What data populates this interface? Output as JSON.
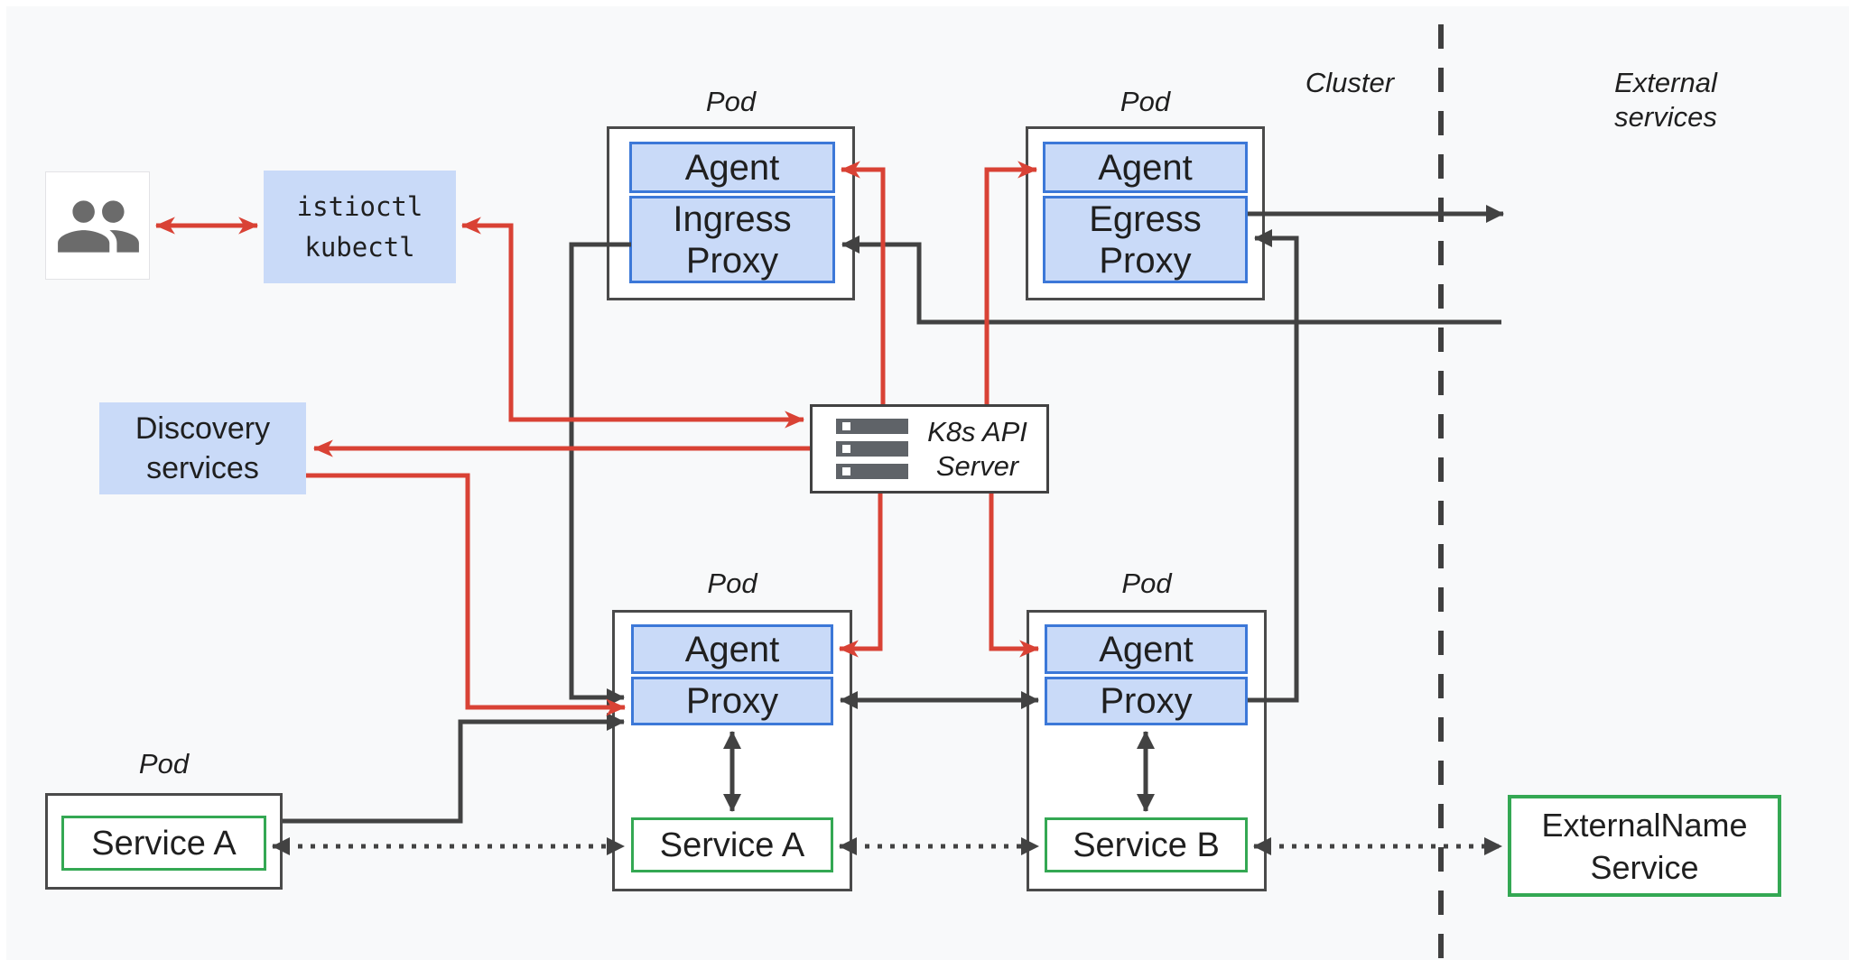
{
  "labels": {
    "pod": "Pod",
    "cluster": "Cluster",
    "external_services": "External\nservices"
  },
  "nodes": {
    "users": {
      "icon": "people-icon"
    },
    "cli": {
      "label": "istioctl\nkubectl"
    },
    "discovery": {
      "label": "Discovery\nservices"
    },
    "k8s_api": {
      "label": "K8s API\nServer",
      "icon": "server-icon"
    },
    "ingress_pod": {
      "agent": "Agent",
      "proxy": "Ingress\nProxy"
    },
    "egress_pod": {
      "agent": "Agent",
      "proxy": "Egress\nProxy"
    },
    "pod_a": {
      "agent": "Agent",
      "proxy": "Proxy",
      "service": "Service A"
    },
    "pod_b": {
      "agent": "Agent",
      "proxy": "Proxy",
      "service": "Service B"
    },
    "client_pod": {
      "service": "Service A"
    },
    "external_name": {
      "label": "ExternalName\nService"
    }
  },
  "edges": [
    {
      "from": "users",
      "to": "cli",
      "type": "control",
      "arrows": "both"
    },
    {
      "from": "cli",
      "to": "k8s-api-server",
      "type": "control",
      "arrows": "both"
    },
    {
      "from": "k8s-api-server",
      "to": "discovery-services",
      "type": "control",
      "arrows": "end"
    },
    {
      "from": "discovery-services",
      "to": "pod-a-proxy",
      "type": "control",
      "arrows": "end"
    },
    {
      "from": "k8s-api-server",
      "to": "ingress-agent",
      "type": "control",
      "arrows": "end"
    },
    {
      "from": "k8s-api-server",
      "to": "egress-agent",
      "type": "control",
      "arrows": "end"
    },
    {
      "from": "k8s-api-server",
      "to": "pod-a-agent",
      "type": "control",
      "arrows": "end"
    },
    {
      "from": "k8s-api-server",
      "to": "pod-b-agent",
      "type": "control",
      "arrows": "end"
    },
    {
      "from": "external",
      "to": "ingress-proxy",
      "type": "data",
      "arrows": "end"
    },
    {
      "from": "ingress-proxy",
      "to": "pod-a-proxy",
      "type": "data",
      "arrows": "end"
    },
    {
      "from": "egress-proxy",
      "to": "external",
      "type": "data",
      "arrows": "end"
    },
    {
      "from": "pod-b-proxy",
      "to": "egress-proxy",
      "type": "data",
      "arrows": "end"
    },
    {
      "from": "pod-a-proxy",
      "to": "pod-b-proxy",
      "type": "data",
      "arrows": "both"
    },
    {
      "from": "pod-a-proxy",
      "to": "service-a",
      "type": "data",
      "arrows": "both"
    },
    {
      "from": "pod-b-proxy",
      "to": "service-b",
      "type": "data",
      "arrows": "both"
    },
    {
      "from": "client-pod-service-a",
      "to": "pod-a-proxy",
      "type": "data",
      "arrows": "end"
    },
    {
      "from": "client-pod-service-a",
      "to": "service-a",
      "type": "service-dotted",
      "arrows": "both"
    },
    {
      "from": "service-a",
      "to": "service-b",
      "type": "service-dotted",
      "arrows": "both"
    },
    {
      "from": "service-b",
      "to": "externalname-service",
      "type": "service-dotted",
      "arrows": "both"
    }
  ],
  "theme": {
    "control_red": "#d94235",
    "plane_dark": "#424242",
    "blue_fill": "#c9daf8",
    "blue_border": "#3c78d8",
    "green": "#34a853",
    "pod_border": "#4a4a4a",
    "bg": "#f8f9fa",
    "icon_gray": "#6b6b6b"
  }
}
